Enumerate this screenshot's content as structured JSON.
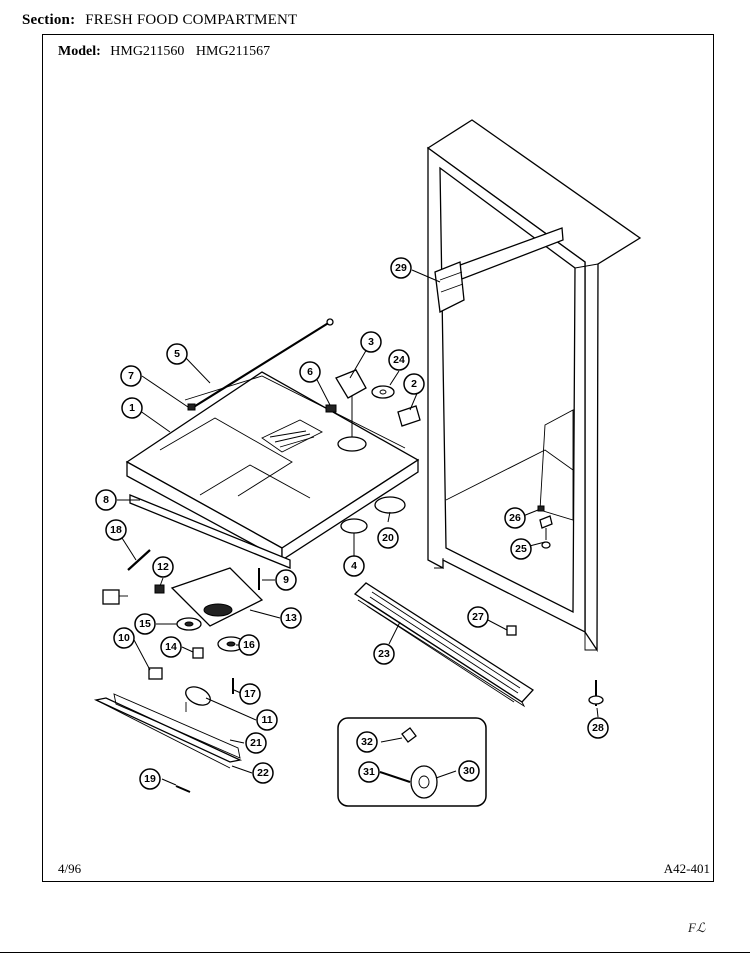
{
  "header": {
    "section_label": "Section:",
    "section_value": "FRESH FOOD COMPARTMENT",
    "model_label": "Model:",
    "model_1": "HMG211560",
    "model_2": "HMG211567"
  },
  "footer": {
    "date": "4/96",
    "code": "A42-401",
    "mark": "Fℒ"
  },
  "callouts": [
    "1",
    "2",
    "3",
    "4",
    "5",
    "6",
    "7",
    "8",
    "9",
    "10",
    "11",
    "12",
    "13",
    "14",
    "15",
    "16",
    "17",
    "18",
    "19",
    "20",
    "21",
    "22",
    "23",
    "24",
    "25",
    "26",
    "27",
    "28",
    "29",
    "30",
    "31",
    "32"
  ]
}
